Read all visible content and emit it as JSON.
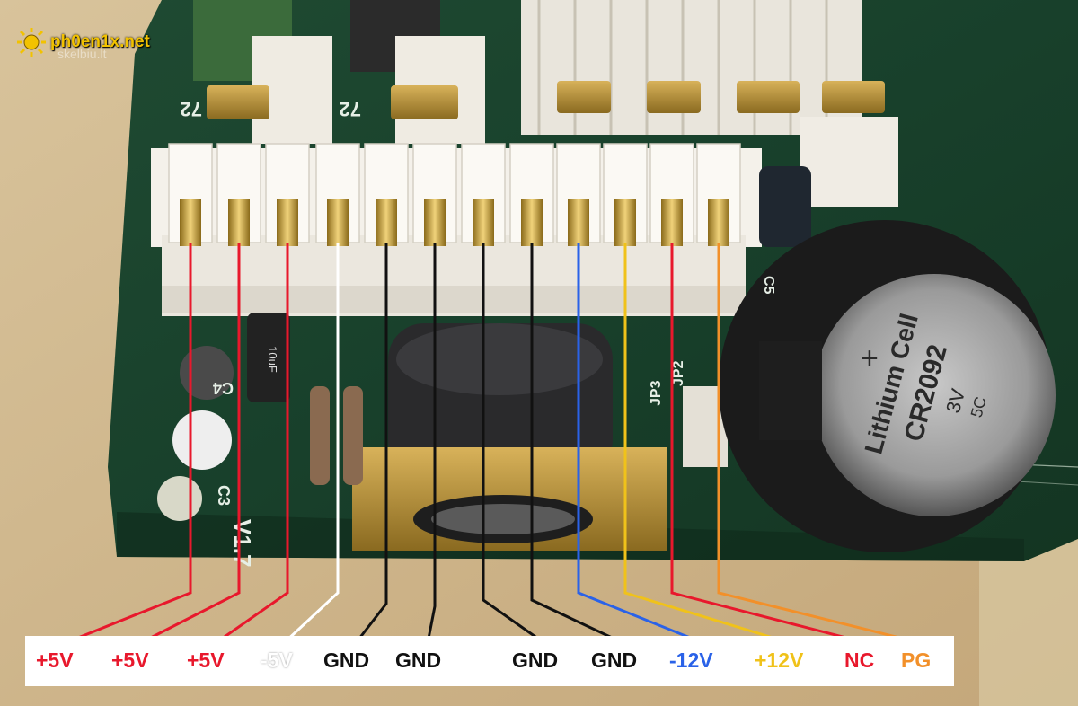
{
  "watermark": {
    "text": "ph0en1x.net",
    "icon": "sun-icon",
    "subtext": "skelbiu.lt"
  },
  "board_markings": {
    "connector_left": "72",
    "connector_mid": "72",
    "cap_c4": "C4",
    "cap_c3": "C3",
    "version": "V1.7",
    "jumper_jp3": "JP3",
    "jumper_jp2": "JP2",
    "cap_c5": "C5"
  },
  "battery": {
    "line1": "Lithium Cell",
    "line2": "CR2092",
    "line3": "3V",
    "line4": "5C",
    "plus": "+"
  },
  "pins": [
    {
      "label": "+5V",
      "color": "#e8182c"
    },
    {
      "label": "+5V",
      "color": "#e8182c"
    },
    {
      "label": "+5V",
      "color": "#e8182c"
    },
    {
      "label": "-5V",
      "color": "#ffffff"
    },
    {
      "label": "GND",
      "color": "#111111"
    },
    {
      "label": "GND",
      "color": "#111111"
    },
    {
      "label": "GND",
      "color": "#111111"
    },
    {
      "label": "GND",
      "color": "#111111"
    },
    {
      "label": "-12V",
      "color": "#2a62e8"
    },
    {
      "label": "+12V",
      "color": "#f0c21a"
    },
    {
      "label": "NC",
      "color": "#e8182c"
    },
    {
      "label": "PG",
      "color": "#f2902a"
    }
  ]
}
